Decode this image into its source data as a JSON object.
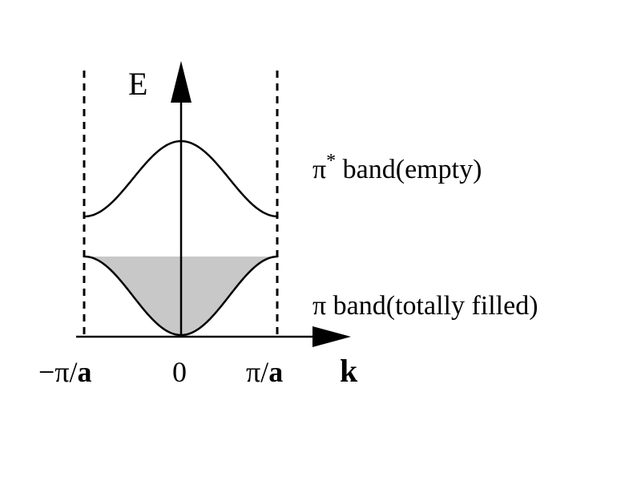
{
  "labels": {
    "energy_axis": "E",
    "k_axis": "k",
    "tick_left_pi": "−π/",
    "tick_left_a": "a",
    "tick_zero": "0",
    "tick_right_pi": "π/",
    "tick_right_a": "a",
    "pi_star_symbol": "π",
    "pi_star_superscript": "*",
    "pi_star_text": " band(empty)",
    "pi_text": "π band(totally filled)"
  },
  "bands": {
    "pi_star": {
      "state": "empty"
    },
    "pi": {
      "state": "totally filled"
    }
  },
  "colors": {
    "line": "#000000",
    "filled_region": "#c8c8c8",
    "background": "#ffffff"
  }
}
